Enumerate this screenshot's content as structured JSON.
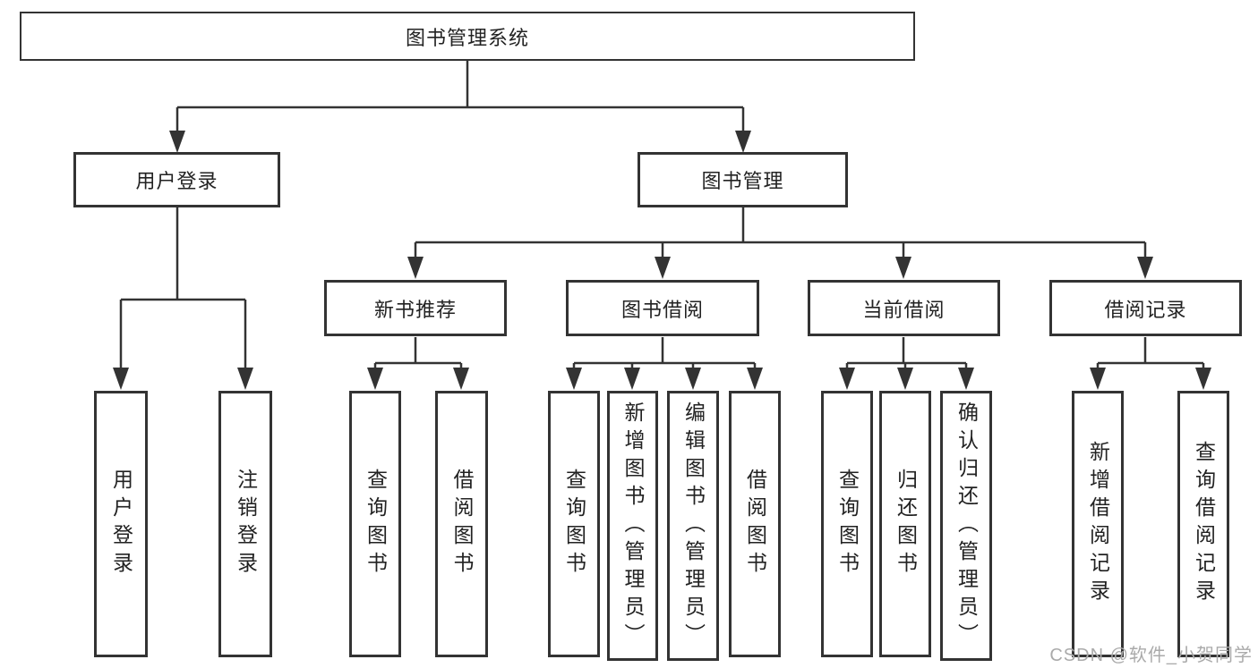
{
  "diagram": {
    "root": {
      "label": "图书管理系统"
    },
    "level2": [
      {
        "id": "user-login",
        "label": "用户登录"
      },
      {
        "id": "book-mgmt",
        "label": "图书管理"
      }
    ],
    "level3": [
      {
        "id": "new-book-rec",
        "label": "新书推荐"
      },
      {
        "id": "book-borrow",
        "label": "图书借阅"
      },
      {
        "id": "current-borrow",
        "label": "当前借阅"
      },
      {
        "id": "borrow-records",
        "label": "借阅记录"
      }
    ],
    "leaves": {
      "user_login": [
        "用户登录",
        "注销登录"
      ],
      "new_book_rec": [
        "查询图书",
        "借阅图书"
      ],
      "book_borrow": [
        "查询图书",
        "新增图书（管理员）",
        "编辑图书（管理员）",
        "借阅图书"
      ],
      "current_borrow": [
        "查询图书",
        "归还图书",
        "确认归还（管理员）"
      ],
      "borrow_records": [
        "新增借阅记录",
        "查询借阅记录"
      ]
    }
  },
  "watermark": "CSDN @软件_小贺同学",
  "colors": {
    "line": "#333333",
    "text": "#222222",
    "background": "#ffffff",
    "watermark": "#aaaaaa"
  }
}
